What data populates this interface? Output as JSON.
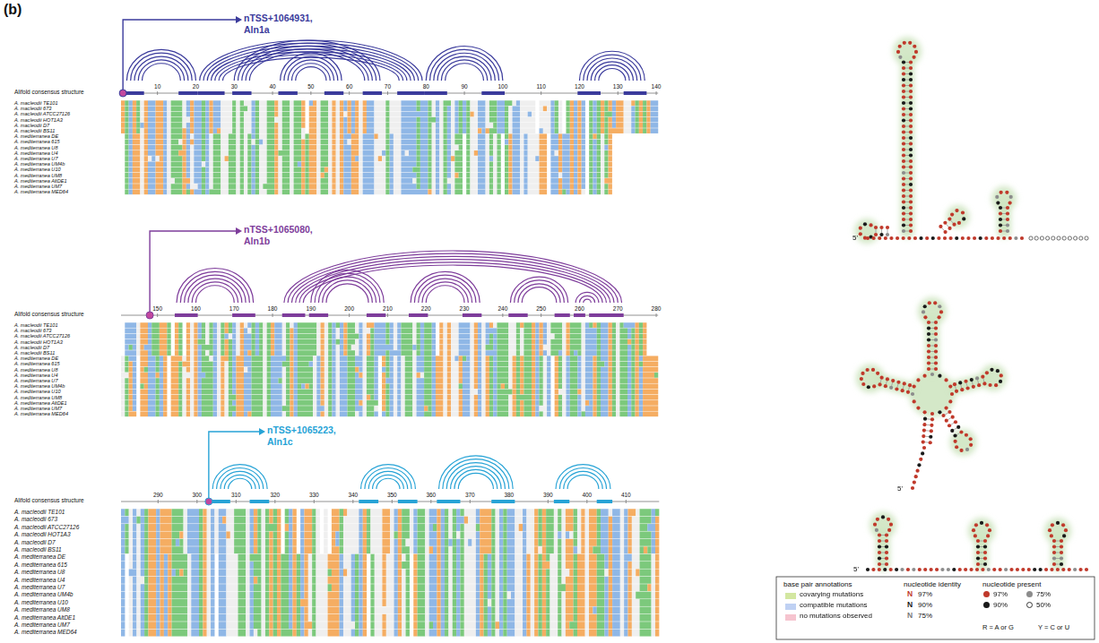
{
  "diagram": {
    "labels": [
      "(b)",
      "nTSS+1064931, Aln1a",
      "10",
      "20",
      "30",
      "40",
      "50",
      "60",
      "70",
      "80",
      "90",
      "100",
      "110",
      "120",
      "130",
      "140",
      "Alifold consensus structure",
      "A. macleodii TE101",
      "A. macleodii 673",
      "A. macleodii ATCC27126",
      "A. macleodii HOT1A3",
      "A. macleodii D7",
      "A. macleodii BS11",
      "A. mediterranea DE",
      "A. mediterranea 615",
      "A. mediterranea U8",
      "A. mediterranea U4",
      "A. mediterranea U7",
      "A. mediterranea UM4b",
      "A. mediterranea U10",
      "A. mediterranea UM8",
      "A. mediterranea AltDE1",
      "A. mediterranea UM7",
      "A. mediterranea MED64",
      "nTSS+1065080, Aln1b",
      "150",
      "160",
      "170",
      "180",
      "190",
      "200",
      "210",
      "220",
      "230",
      "240",
      "250",
      "260",
      "270",
      "280",
      "Alifold consensus structure",
      "A. macleodii TE101",
      "A. macleodii 673",
      "A. macleodii ATCC27126",
      "A. macleodii HOT1A3",
      "A. macleodii D7",
      "A. macleodii BS11",
      "A. mediterranea DE",
      "A. mediterranea 615",
      "A. mediterranea U8",
      "A. mediterranea U4",
      "A. mediterranea U7",
      "A. mediterranea UM4b",
      "A. mediterranea U10",
      "A. mediterranea UM8",
      "A. mediterranea AltDE1",
      "A. mediterranea UM7",
      "A. mediterranea MED64",
      "nTSS+1065223, Aln1c",
      "290",
      "300",
      "310",
      "320",
      "330",
      "340",
      "350",
      "360",
      "370",
      "380",
      "390",
      "400",
      "410",
      "Alifold consensus structure",
      "A. macleodii TE101",
      "A. macleodii 673",
      "A. macleodii ATCC27126",
      "A. macleodii HOT1A3",
      "A. macleodii D7",
      "A. macleodii BS11",
      "A. mediterranea DE",
      "A. mediterranea 615",
      "A. mediterranea U8",
      "A. mediterranea U4",
      "A. mediterranea U7",
      "A. mediterranea UM4b",
      "A. mediterranea U10",
      "A. mediterranea UM8",
      "A. mediterranea AltDE1",
      "A. mediterranea UM7",
      "A. mediterranea MED64",
      "base pair annotations",
      "nucleotide identity",
      "N",
      "97%",
      "N",
      "90%",
      "N",
      "75%",
      "nucleotide present",
      "R = A or G",
      "Y = C or U",
      "5'",
      "5'",
      "5'"
    ],
    "legend": [
      {
        "text": "covarying mutations",
        "color": "#d3e7a1"
      },
      {
        "text": "compatible mutations",
        "color": "#bfd1f3"
      },
      {
        "text": "no mutations observed",
        "color": "#f6c4cf"
      },
      {
        "text": "97%",
        "color": "#c0392b"
      },
      {
        "text": "75%",
        "color": "#8c8c8c"
      },
      {
        "text": "90%",
        "color": "#1a1a1a"
      },
      {
        "text": "50%"
      }
    ]
  }
}
